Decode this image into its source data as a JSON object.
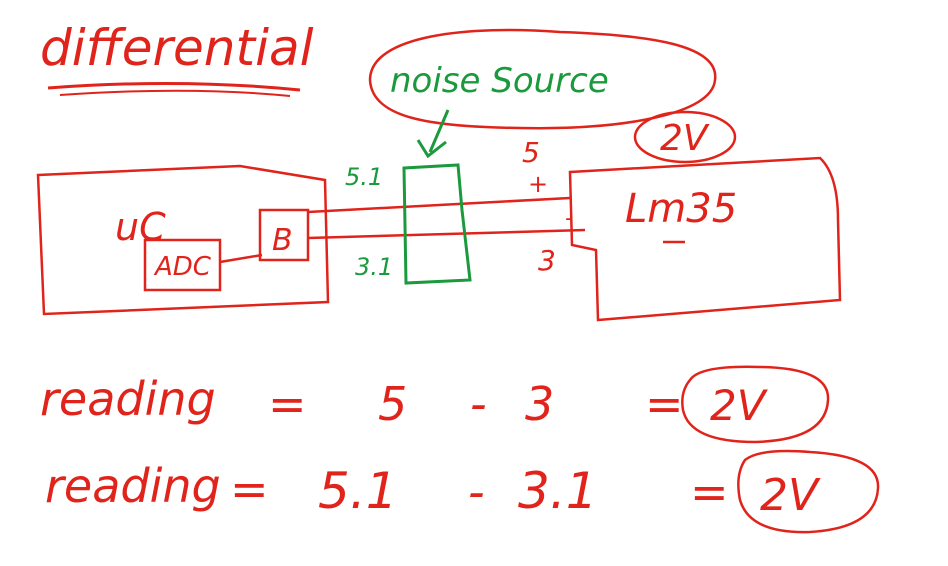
{
  "title": "differential",
  "colors": {
    "ink_red": "#e0241b",
    "ink_green": "#1a9a3c",
    "board": "#ffffff"
  },
  "diagram": {
    "noise_label": "noise Source",
    "highlight_voltage": "2V",
    "mcu_label": "uC",
    "adc_label": "ADC",
    "pin_label": "B",
    "sensor_label": "Lm35",
    "sensor_plus": "+",
    "sensor_minus": "-",
    "wire_top_noisy": "5.1",
    "wire_bottom_noisy": "3.1",
    "wire_top_clean": "5",
    "wire_bottom_clean": "3"
  },
  "equations": [
    {
      "lhs": "reading",
      "eq": "=",
      "a": "5",
      "op": "-",
      "b": "3",
      "eq2": "=",
      "result": "2V"
    },
    {
      "lhs": "reading",
      "eq": "=",
      "a": "5.1",
      "op": "-",
      "b": "3.1",
      "eq2": "=",
      "result": "2V"
    }
  ]
}
